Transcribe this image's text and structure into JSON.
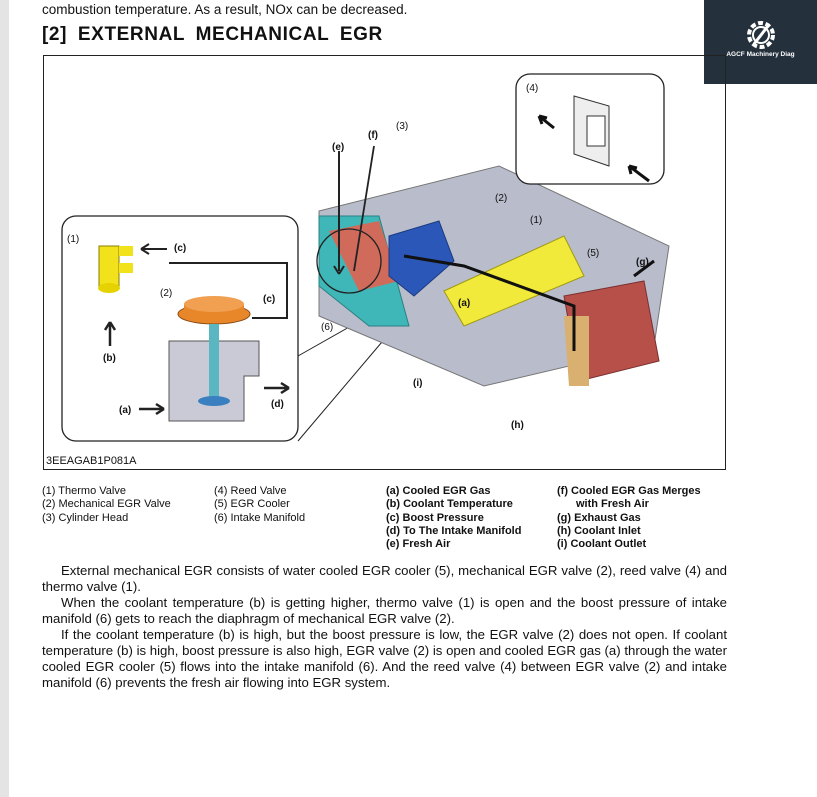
{
  "top_text": "combustion temperature. As a result, NOx can be decreased.",
  "heading": "[2]  EXTERNAL  MECHANICAL  EGR",
  "logo": {
    "text": "AGCF Machinery Diag",
    "icon": "gear-wrench-icon"
  },
  "figure": {
    "id": "3EEAGAB1P081A",
    "callouts": {
      "n1": "(1)",
      "n2": "(2)",
      "n3": "(3)",
      "n4": "(4)",
      "n5": "(5)",
      "n6": "(6)",
      "a": "(a)",
      "b": "(b)",
      "c": "(c)",
      "d": "(d)",
      "e": "(e)",
      "f": "(f)",
      "g": "(g)",
      "h": "(h)",
      "i": "(i)"
    },
    "colors": {
      "valve_orange": "#e8862a",
      "thermo_yellow": "#f2e21c",
      "egr_blue": "#2b58b8",
      "cooler_yellow": "#f2ea3a",
      "head_gray": "#b8bccb",
      "manifold_teal": "#3fb7b8",
      "exhaust_red": "#b8504a"
    }
  },
  "legend": {
    "col1": [
      "(1) Thermo Valve",
      "(2) Mechanical EGR Valve",
      "(3) Cylinder Head"
    ],
    "col2": [
      "(4) Reed Valve",
      "(5) EGR Cooler",
      "(6) Intake Manifold"
    ],
    "col3": [
      "(a) Cooled EGR Gas",
      "(b) Coolant Temperature",
      "(c) Boost Pressure",
      "(d) To The Intake Manifold",
      "(e) Fresh Air"
    ],
    "col4": [
      "(f)  Cooled EGR Gas Merges",
      "with Fresh Air",
      "(g) Exhaust Gas",
      "(h) Coolant Inlet",
      "(i)  Coolant Outlet"
    ]
  },
  "paragraphs": [
    "External mechanical EGR consists of water cooled EGR cooler (5), mechanical EGR valve (2), reed valve (4) and thermo valve (1).",
    "When the coolant temperature (b) is getting higher, thermo valve (1) is open and the boost pressure of intake manifold (6) gets to reach the diaphragm of mechanical EGR valve (2).",
    "If the coolant temperature (b) is high, but the boost pressure is low, the EGR valve (2) does not open. If coolant temperature (b) is high, boost pressure is also high, EGR valve (2) is open and cooled EGR gas (a) through the water cooled EGR cooler (5) flows into the intake manifold (6). And the reed valve (4) between EGR valve (2) and intake manifold (6) prevents the fresh air flowing into EGR system."
  ]
}
